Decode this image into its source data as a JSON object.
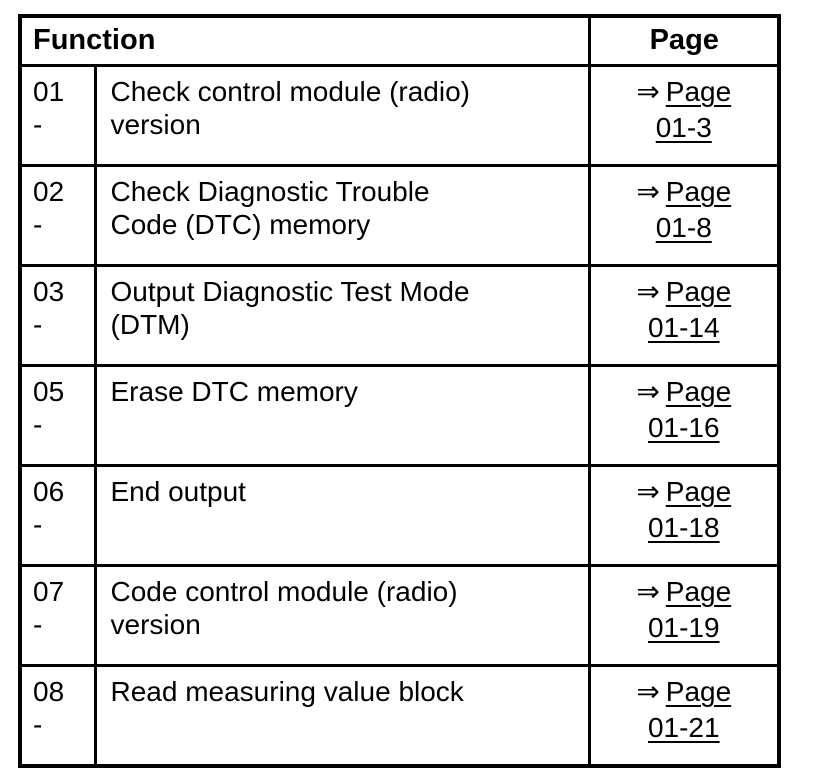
{
  "page": {
    "background": "#ffffff",
    "border_color": "#000000",
    "text_color": "#000000"
  },
  "table": {
    "link_arrow": "⇒",
    "headers": {
      "function": "Function",
      "page": "Page"
    },
    "rows": [
      {
        "code": "01",
        "code_suffix": "-",
        "function": "Check control module (radio)\nversion",
        "link_label": "Page",
        "link_ref": "01-3"
      },
      {
        "code": "02",
        "code_suffix": "-",
        "function": "Check Diagnostic Trouble\nCode (DTC) memory",
        "link_label": "Page",
        "link_ref": "01-8"
      },
      {
        "code": "03",
        "code_suffix": "-",
        "function": "Output Diagnostic Test Mode\n(DTM)",
        "link_label": "Page",
        "link_ref": "01-14"
      },
      {
        "code": "05",
        "code_suffix": "-",
        "function": "Erase DTC memory",
        "link_label": "Page",
        "link_ref": "01-16"
      },
      {
        "code": "06",
        "code_suffix": "-",
        "function": "End output",
        "link_label": "Page",
        "link_ref": "01-18"
      },
      {
        "code": "07",
        "code_suffix": "-",
        "function": "Code control module (radio)\nversion",
        "link_label": "Page",
        "link_ref": "01-19"
      },
      {
        "code": "08",
        "code_suffix": "-",
        "function": "Read measuring value block",
        "link_label": "Page",
        "link_ref": "01-21"
      }
    ]
  }
}
